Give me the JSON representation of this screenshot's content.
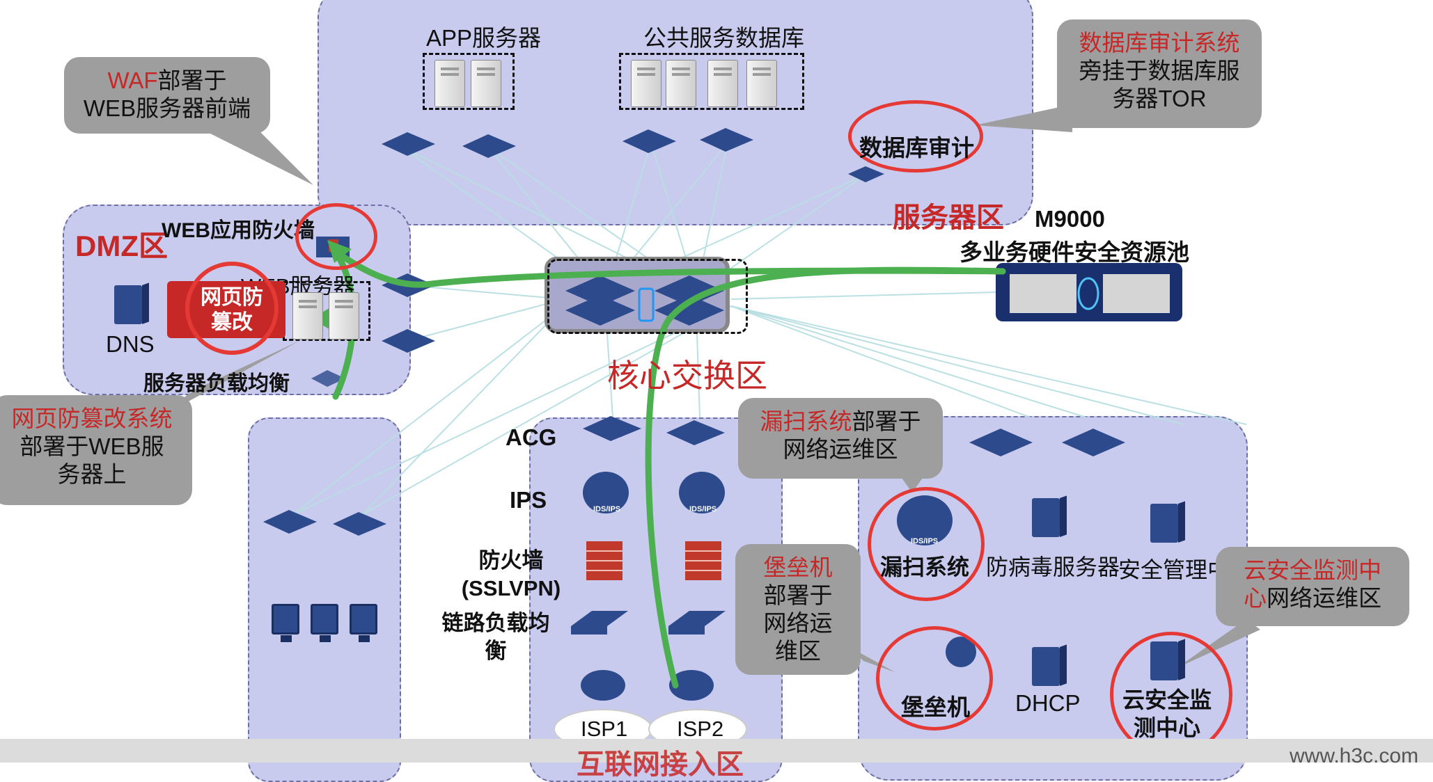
{
  "zones": {
    "server_zone": "服务器区",
    "dmz": "DMZ区",
    "core": "核心交换区",
    "internet": "互联网接入区"
  },
  "top_labels": {
    "app_servers": "APP服务器",
    "public_db": "公共服务数据库",
    "db_audit": "数据库审计"
  },
  "dmz_labels": {
    "waf": "WEB应用防火墙",
    "web_servers": "WEB服务器",
    "dns": "DNS",
    "slb": "服务器负载均衡",
    "tamper_badge": "网页防篡改"
  },
  "m9000": {
    "model": "M9000",
    "desc": "多业务硬件安全资源池"
  },
  "internet_labels": {
    "acg": "ACG",
    "ips": "IPS",
    "firewall": "防火墙\n(SSLVPN)",
    "link_lb": "链路负载均\n衡",
    "isp1": "ISP1",
    "isp2": "ISP2",
    "ids_ips": "IDS/IPS"
  },
  "ops_labels": {
    "vuln_scan": "漏扫系统",
    "antivirus": "防病毒服务器",
    "sec_mgmt": "安全管理中",
    "bastion": "堡垒机",
    "dhcp": "DHCP",
    "cloud_center": "云安全监\n测中心"
  },
  "callouts": {
    "waf_hl": "WAF",
    "waf_rest": "部署于\nWEB服务器前端",
    "dbaudit_hl": "数据库审计系统",
    "dbaudit_rest": "旁挂于数据库服\n务器TOR",
    "tamper_hl": "网页防篡改系统",
    "tamper_rest": "部署于WEB服\n务器上",
    "vuln_hl": "漏扫系统",
    "vuln_rest1": "部署于",
    "vuln_rest2": "网络运维区",
    "bastion_hl": "堡垒机",
    "bastion_rest": "部署于\n网络运\n维区",
    "cloud_hl1": "云安全监测中",
    "cloud_hl2": "心",
    "cloud_rest": "网络运维区"
  },
  "watermark": "www.h3c.com",
  "colors": {
    "zone_fill": "#c9cbee",
    "highlight_red": "#c62828",
    "ring_red": "#e53935",
    "flow_green": "#4caf50",
    "callout_gray": "#9e9e9e",
    "device_blue": "#2c4a8c"
  }
}
